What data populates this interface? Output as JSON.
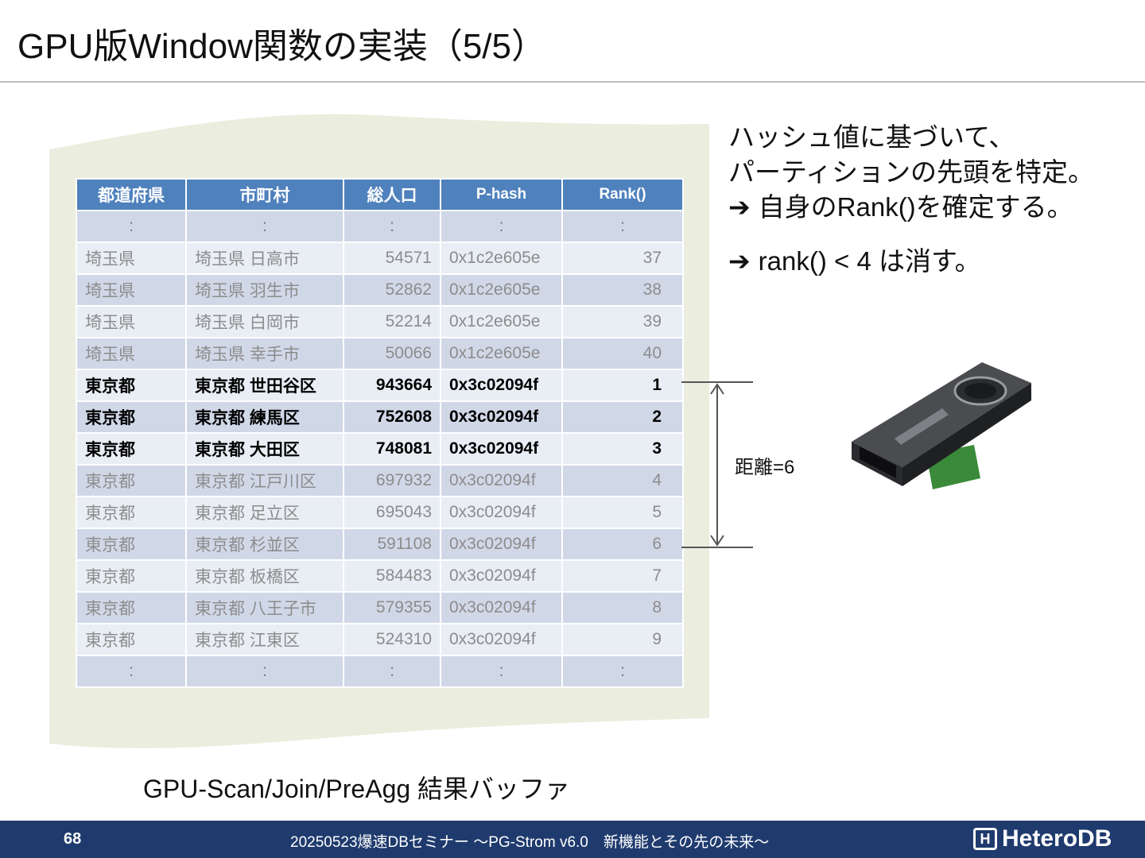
{
  "slide": {
    "title": "GPU版Window関数の実装（5/5）"
  },
  "table": {
    "headers": [
      "都道府県",
      "市町村",
      "総人口",
      "P-hash",
      "Rank()"
    ],
    "ellipsis": ":",
    "rows": [
      {
        "pref": "埼玉県",
        "city": "埼玉県 日高市",
        "pop": "54571",
        "hash": "0x1c2e605e",
        "rank": "37",
        "highlight": false
      },
      {
        "pref": "埼玉県",
        "city": "埼玉県 羽生市",
        "pop": "52862",
        "hash": "0x1c2e605e",
        "rank": "38",
        "highlight": false
      },
      {
        "pref": "埼玉県",
        "city": "埼玉県 白岡市",
        "pop": "52214",
        "hash": "0x1c2e605e",
        "rank": "39",
        "highlight": false
      },
      {
        "pref": "埼玉県",
        "city": "埼玉県 幸手市",
        "pop": "50066",
        "hash": "0x1c2e605e",
        "rank": "40",
        "highlight": false
      },
      {
        "pref": "東京都",
        "city": "東京都 世田谷区",
        "pop": "943664",
        "hash": "0x3c02094f",
        "rank": "1",
        "highlight": true
      },
      {
        "pref": "東京都",
        "city": "東京都 練馬区",
        "pop": "752608",
        "hash": "0x3c02094f",
        "rank": "2",
        "highlight": true
      },
      {
        "pref": "東京都",
        "city": "東京都 大田区",
        "pop": "748081",
        "hash": "0x3c02094f",
        "rank": "3",
        "highlight": true
      },
      {
        "pref": "東京都",
        "city": "東京都 江戸川区",
        "pop": "697932",
        "hash": "0x3c02094f",
        "rank": "4",
        "highlight": false
      },
      {
        "pref": "東京都",
        "city": "東京都 足立区",
        "pop": "695043",
        "hash": "0x3c02094f",
        "rank": "5",
        "highlight": false
      },
      {
        "pref": "東京都",
        "city": "東京都 杉並区",
        "pop": "591108",
        "hash": "0x3c02094f",
        "rank": "6",
        "highlight": false
      },
      {
        "pref": "東京都",
        "city": "東京都 板橋区",
        "pop": "584483",
        "hash": "0x3c02094f",
        "rank": "7",
        "highlight": false
      },
      {
        "pref": "東京都",
        "city": "東京都 八王子市",
        "pop": "579355",
        "hash": "0x3c02094f",
        "rank": "8",
        "highlight": false
      },
      {
        "pref": "東京都",
        "city": "東京都 江東区",
        "pop": "524310",
        "hash": "0x3c02094f",
        "rank": "9",
        "highlight": false
      }
    ]
  },
  "notes": {
    "line1": "ハッシュ値に基づいて、",
    "line2": "パーティションの先頭を特定。",
    "arrow": "➔",
    "line3": "自身のRank()を確定する。",
    "line4": "rank() < 4 は消す。"
  },
  "distance_label": "距離=6",
  "caption": "GPU-Scan/Join/PreAgg 結果バッファ",
  "footer": {
    "page": "68",
    "text": "20250523爆速DBセミナー ～PG-Strom v6.0　新機能とその先の未来～",
    "logo": "HeteroDB"
  },
  "colors": {
    "header_fill": "#4f81bd",
    "row_fill_odd": "#d0d8e8",
    "row_fill_even": "#e9edf4",
    "buffer_fill": "#ebeede",
    "footer_fill": "#1f3b6e"
  },
  "icons": [
    "gpu-card-icon",
    "dimension-arrow-icon",
    "heterodb-logo-icon"
  ]
}
